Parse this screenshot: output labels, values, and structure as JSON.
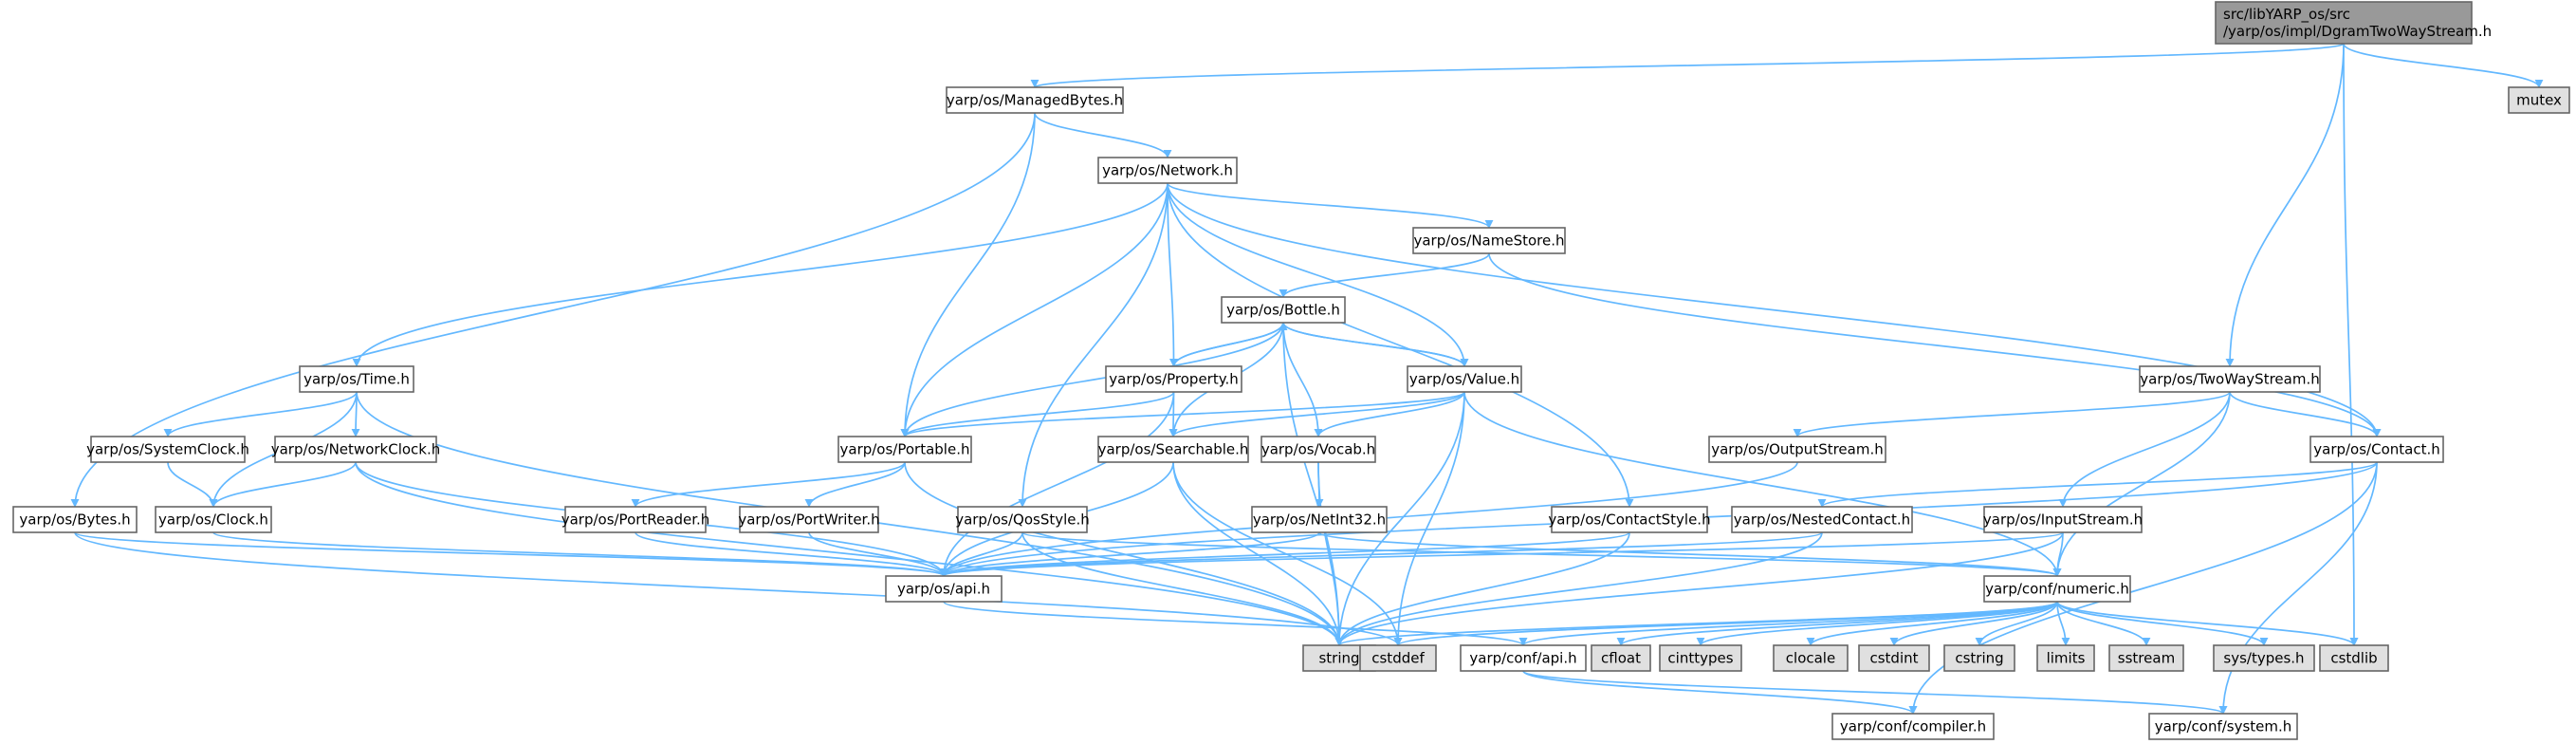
{
  "colors": {
    "edge": "#63b8ff",
    "node_fill": "#ffffff",
    "system_fill": "#e0e0e0",
    "root_fill": "#999999",
    "border": "#666666"
  },
  "root": {
    "line1": "src/libYARP_os/src",
    "line2": "/yarp/os/impl/DgramTwoWayStream.h"
  },
  "labels": {
    "mutex": "mutex",
    "managedbytes": "yarp/os/ManagedBytes.h",
    "network": "yarp/os/Network.h",
    "namestore": "yarp/os/NameStore.h",
    "bottle": "yarp/os/Bottle.h",
    "time": "yarp/os/Time.h",
    "property": "yarp/os/Property.h",
    "value": "yarp/os/Value.h",
    "twowaystream": "yarp/os/TwoWayStream.h",
    "systemclock": "yarp/os/SystemClock.h",
    "networkclock": "yarp/os/NetworkClock.h",
    "portable": "yarp/os/Portable.h",
    "searchable": "yarp/os/Searchable.h",
    "vocab": "yarp/os/Vocab.h",
    "outputstream": "yarp/os/OutputStream.h",
    "contact": "yarp/os/Contact.h",
    "bytes": "yarp/os/Bytes.h",
    "clock": "yarp/os/Clock.h",
    "portreader": "yarp/os/PortReader.h",
    "portwriter": "yarp/os/PortWriter.h",
    "qosstyle": "yarp/os/QosStyle.h",
    "netint32": "yarp/os/NetInt32.h",
    "contactstyle": "yarp/os/ContactStyle.h",
    "nestedcontact": "yarp/os/NestedContact.h",
    "inputstream": "yarp/os/InputStream.h",
    "api": "yarp/os/api.h",
    "numeric": "yarp/conf/numeric.h",
    "string": "string",
    "cstddef": "cstddef",
    "confapi": "yarp/conf/api.h",
    "cfloat": "cfloat",
    "cinttypes": "cinttypes",
    "clocale": "clocale",
    "cstdint": "cstdint",
    "cstring": "cstring",
    "limits": "limits",
    "sstream": "sstream",
    "systypes": "sys/types.h",
    "cstdlib": "cstdlib",
    "compiler": "yarp/conf/compiler.h",
    "system": "yarp/conf/system.h"
  }
}
